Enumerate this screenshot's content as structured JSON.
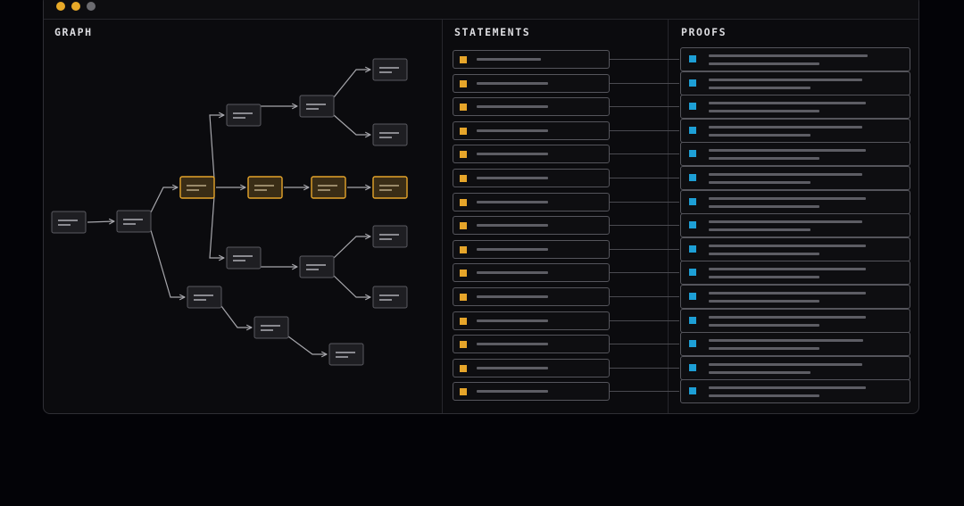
{
  "window": {
    "traffic_lights": [
      "#e7a928",
      "#e7a928",
      "#6b6b70"
    ]
  },
  "panes": {
    "graph_title": "GRAPH",
    "statements_title": "STATEMENTS",
    "proofs_title": "PROOFS"
  },
  "colors": {
    "highlight": "#e6a52a",
    "statement_marker": "#e6a52a",
    "proof_marker": "#1d9fd6",
    "node_border": "#5a5a60",
    "edge": "#a7a7ac"
  },
  "graph": {
    "highlighted_path": [
      "n2",
      "n3",
      "n4",
      "n5"
    ],
    "nodes": [
      {
        "id": "n0"
      },
      {
        "id": "n1"
      },
      {
        "id": "n2"
      },
      {
        "id": "n3"
      },
      {
        "id": "n4"
      },
      {
        "id": "n5"
      },
      {
        "id": "n6"
      },
      {
        "id": "n7"
      },
      {
        "id": "n8"
      },
      {
        "id": "n9"
      },
      {
        "id": "n10"
      },
      {
        "id": "n11"
      },
      {
        "id": "n12"
      },
      {
        "id": "n13"
      },
      {
        "id": "n14"
      },
      {
        "id": "n15"
      },
      {
        "id": "n16"
      }
    ],
    "edges": [
      [
        "n0",
        "n1"
      ],
      [
        "n1",
        "n2"
      ],
      [
        "n1",
        "n14"
      ],
      [
        "n2",
        "n3"
      ],
      [
        "n2",
        "n6"
      ],
      [
        "n2",
        "n10"
      ],
      [
        "n3",
        "n4"
      ],
      [
        "n4",
        "n5"
      ],
      [
        "n6",
        "n7"
      ],
      [
        "n7",
        "n8"
      ],
      [
        "n7",
        "n9"
      ],
      [
        "n10",
        "n11"
      ],
      [
        "n11",
        "n12"
      ],
      [
        "n11",
        "n13"
      ],
      [
        "n14",
        "n15"
      ],
      [
        "n15",
        "n16"
      ]
    ]
  },
  "statements": {
    "count": 15
  },
  "proofs": {
    "count": 15
  }
}
